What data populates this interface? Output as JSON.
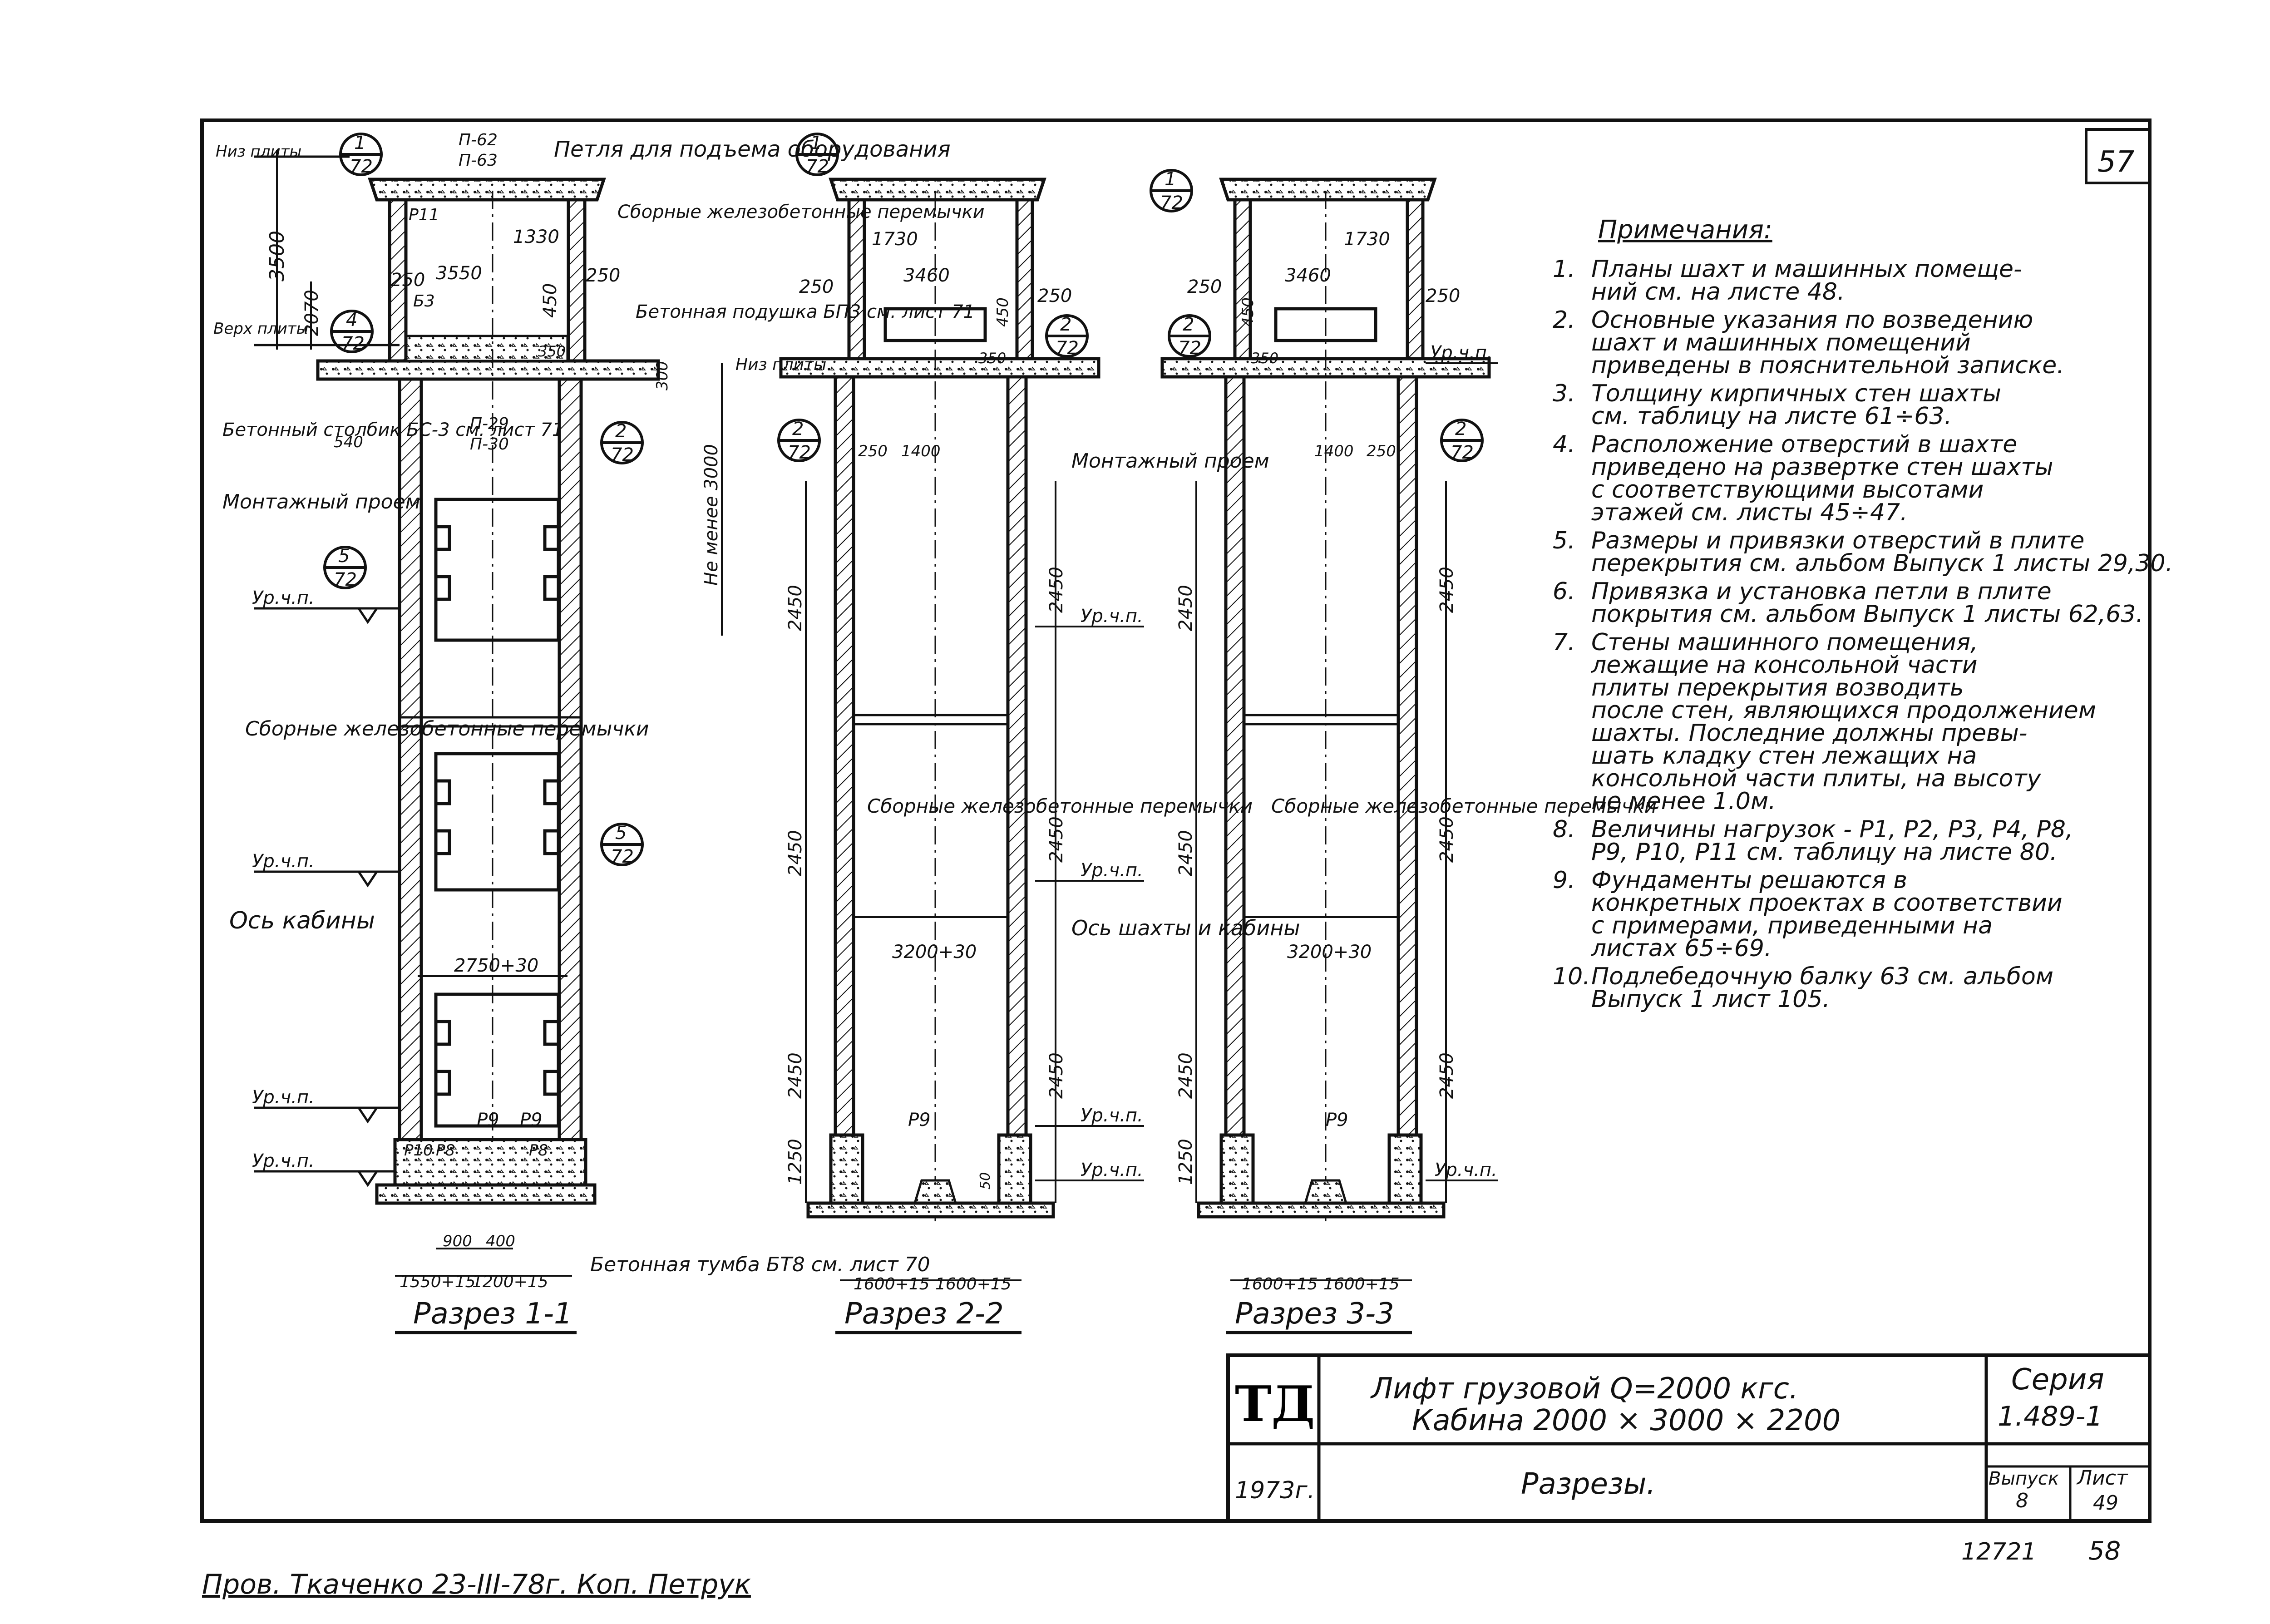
{
  "sheet_number_top": "57",
  "sheet_number_bottom": "58",
  "archive_number": "12721",
  "signature_line": "Пров. Ткаченко 23-III-78г. Коп. Петрук",
  "sections": [
    {
      "title": "Разрез 1-1"
    },
    {
      "title": "Разрез 2-2"
    },
    {
      "title": "Разрез 3-3"
    }
  ],
  "section1": {
    "top_labels": [
      "Низ плиты",
      "Верх плиты",
      "Петля для подъема оборудования",
      "Сборные железобетонные перемычки",
      "Бетонная подушка БП3 см. лист 71",
      "П-62",
      "П-63",
      "П-29",
      "П-30",
      "Р11",
      "Б3"
    ],
    "dims": [
      "1330",
      "3550",
      "250",
      "250",
      "450",
      "250",
      "3500",
      "2070",
      "350",
      "540",
      "300",
      "Не менее 3000",
      "2750+30",
      "900",
      "400",
      "1550+15",
      "1200+15"
    ],
    "left_labels": [
      "Бетонный столбик БС-3 см. лист 71",
      "Монтажный проем",
      "Сборные железобетонные перемычки",
      "Ось кабины"
    ],
    "levels": [
      "Ур.ч.п.",
      "Ур.ч.п.",
      "Ур.ч.п.",
      "Ур.ч.п.",
      "Ур.ч.п."
    ],
    "loads": [
      "Р9",
      "Р9",
      "Р10",
      "Р8",
      "Р8"
    ],
    "bottom_label": "Бетонная тумба БТ8 см. лист 70",
    "callouts": [
      "1/72",
      "1/72",
      "4/72",
      "2/72",
      "5/72",
      "5/72"
    ]
  },
  "section2": {
    "dims": [
      "1730",
      "3460",
      "250",
      "250",
      "450",
      "350",
      "250",
      "1400",
      "2450",
      "2450",
      "2450",
      "2450",
      "2450",
      "2450",
      "1250",
      "3200+30",
      "1600+15",
      "1600+15",
      "50"
    ],
    "labels": [
      "Низ плиты",
      "Монтажный проем",
      "Сборные железобетонные перемычки",
      "Ось шахты и кабины",
      "Ур.ч.п.",
      "Ур.ч.п.",
      "Ур.ч.п.",
      "Ур.ч.п.",
      "Р9"
    ],
    "callouts": [
      "1/72",
      "2/72",
      "2/72"
    ]
  },
  "section3": {
    "dims": [
      "1730",
      "3460",
      "250",
      "250",
      "450",
      "350",
      "1400",
      "250",
      "2450",
      "2450",
      "2450",
      "2450",
      "2450",
      "2450",
      "1250",
      "3200+30",
      "1600+15",
      "1600+15"
    ],
    "labels": [
      "Сборные железобетонные перемычки",
      "Ур.ч.п.",
      "Ур.ч.п.",
      "Р9"
    ],
    "callouts": [
      "1/72",
      "2/72",
      "2/72"
    ]
  },
  "notes": {
    "heading": "Примечания:",
    "items": [
      {
        "num": "1.",
        "lines": [
          "Планы шахт и машинных помеще-",
          "ний см. на листе 48."
        ]
      },
      {
        "num": "2.",
        "lines": [
          "Основные указания по возведению",
          "шахт и машинных помещений",
          "приведены в пояснительной записке."
        ]
      },
      {
        "num": "3.",
        "lines": [
          "Толщину кирпичных стен шахты",
          "см. таблицу на листе 61÷63."
        ]
      },
      {
        "num": "4.",
        "lines": [
          "Расположение отверстий в шахте",
          "приведено на развертке стен шахты",
          "с соответствующими высотами",
          "этажей см. листы 45÷47."
        ]
      },
      {
        "num": "5.",
        "lines": [
          "Размеры и привязки отверстий в плите",
          "перекрытия см. альбом Выпуск 1 листы 29,30."
        ]
      },
      {
        "num": "6.",
        "lines": [
          "Привязка и установка петли в плите",
          "покрытия см. альбом Выпуск 1 листы 62,63."
        ]
      },
      {
        "num": "7.",
        "lines": [
          "Стены машинного помещения,",
          "лежащие на консольной части",
          "плиты перекрытия возводить",
          "после стен, являющихся продолжением",
          "шахты. Последние должны превы-",
          "шать кладку стен лежащих на",
          "консольной части плиты, на высоту",
          "не менее 1.0м."
        ]
      },
      {
        "num": "8.",
        "lines": [
          "Величины нагрузок - Р1, Р2, Р3, Р4, Р8,",
          "Р9, Р10, Р11 см. таблицу на листе 80."
        ]
      },
      {
        "num": "9.",
        "lines": [
          "Фундаменты решаются в",
          "конкретных проектах в соответствии",
          "с примерами, приведенными на",
          "листах 65÷69."
        ]
      },
      {
        "num": "10.",
        "lines": [
          "Подлебедочную балку 63 см. альбом",
          "Выпуск 1 лист 105."
        ]
      }
    ]
  },
  "title_block": {
    "logo": "ТД",
    "year": "1973г.",
    "title_line1": "Лифт грузовой Q=2000 кгс.",
    "title_line2": "Кабина 2000 × 3000 × 2200",
    "subtitle": "Разрезы.",
    "series_label": "Серия",
    "series_value": "1.489-1",
    "issue_label": "Выпуск",
    "issue_value": "8",
    "sheet_label": "Лист",
    "sheet_value": "49"
  }
}
